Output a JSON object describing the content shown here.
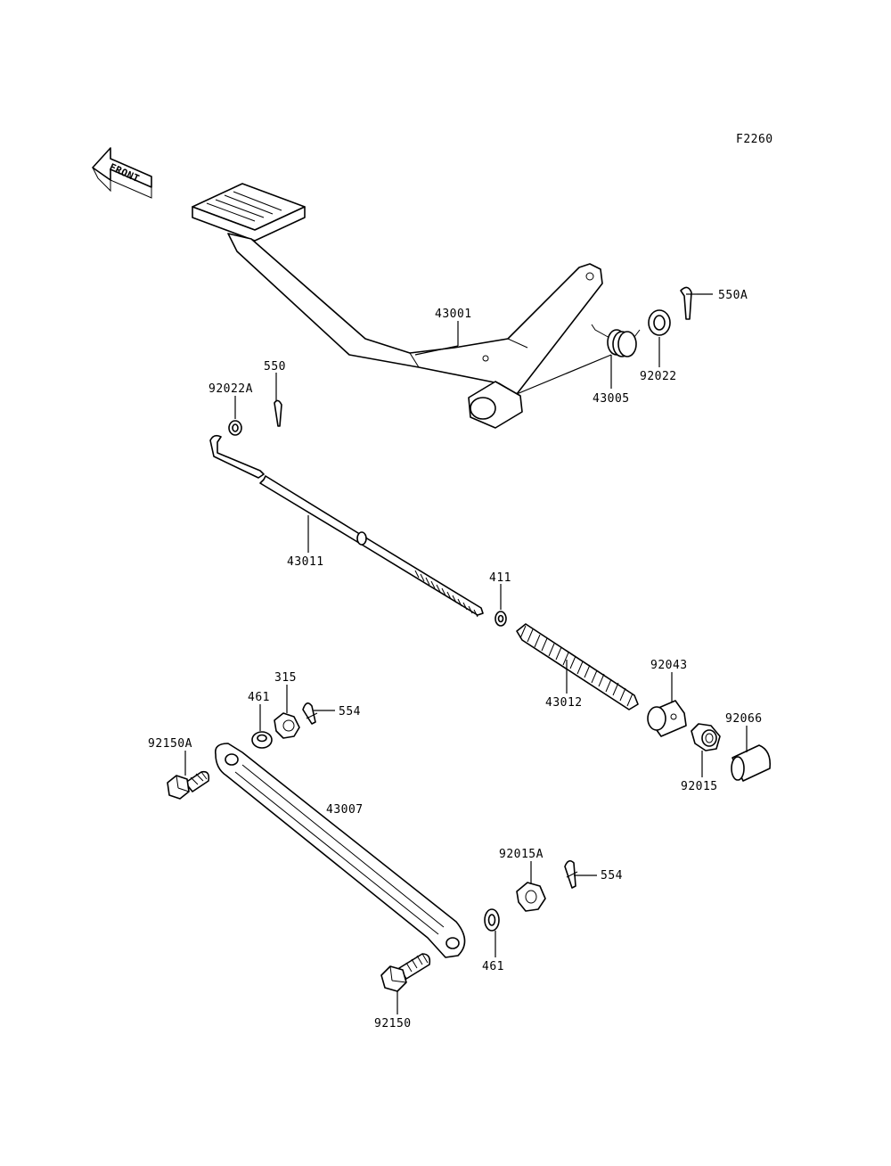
{
  "figure_code": "F2260",
  "front_label": "FRONT",
  "parts": {
    "p43001": "43001",
    "p550A": "550A",
    "p92022": "92022",
    "p43005": "43005",
    "p550": "550",
    "p92022A": "92022A",
    "p43011": "43011",
    "p411": "411",
    "p43012": "43012",
    "p92043": "92043",
    "p92066": "92066",
    "p92015": "92015",
    "p315": "315",
    "p461_top": "461",
    "p554_top": "554",
    "p92150A": "92150A",
    "p43007": "43007",
    "p92015A": "92015A",
    "p554_bottom": "554",
    "p461_bottom": "461",
    "p92150": "92150"
  }
}
